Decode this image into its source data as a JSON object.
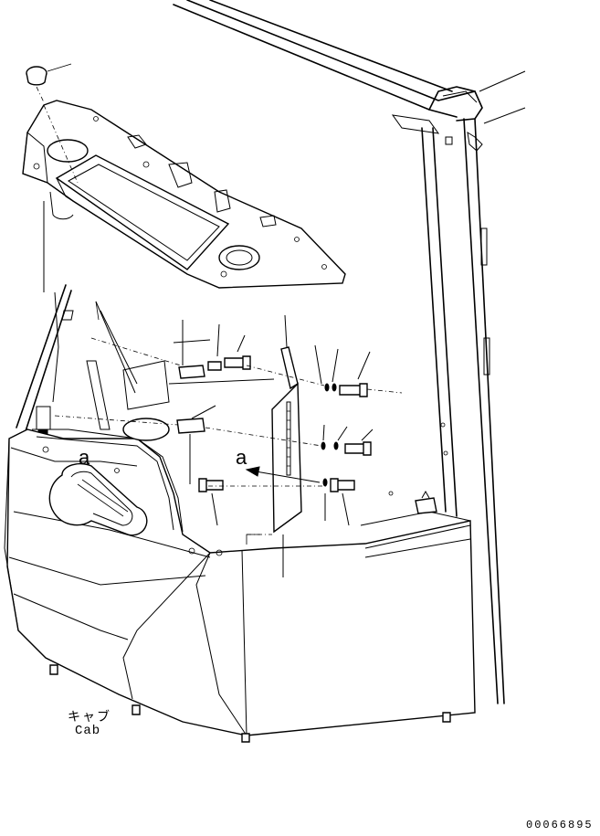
{
  "labels": {
    "view_a_left": "a",
    "view_a_right": "a",
    "cab_japanese": "キャブ",
    "cab_english": "Cab",
    "drawing_number": "00066895"
  }
}
